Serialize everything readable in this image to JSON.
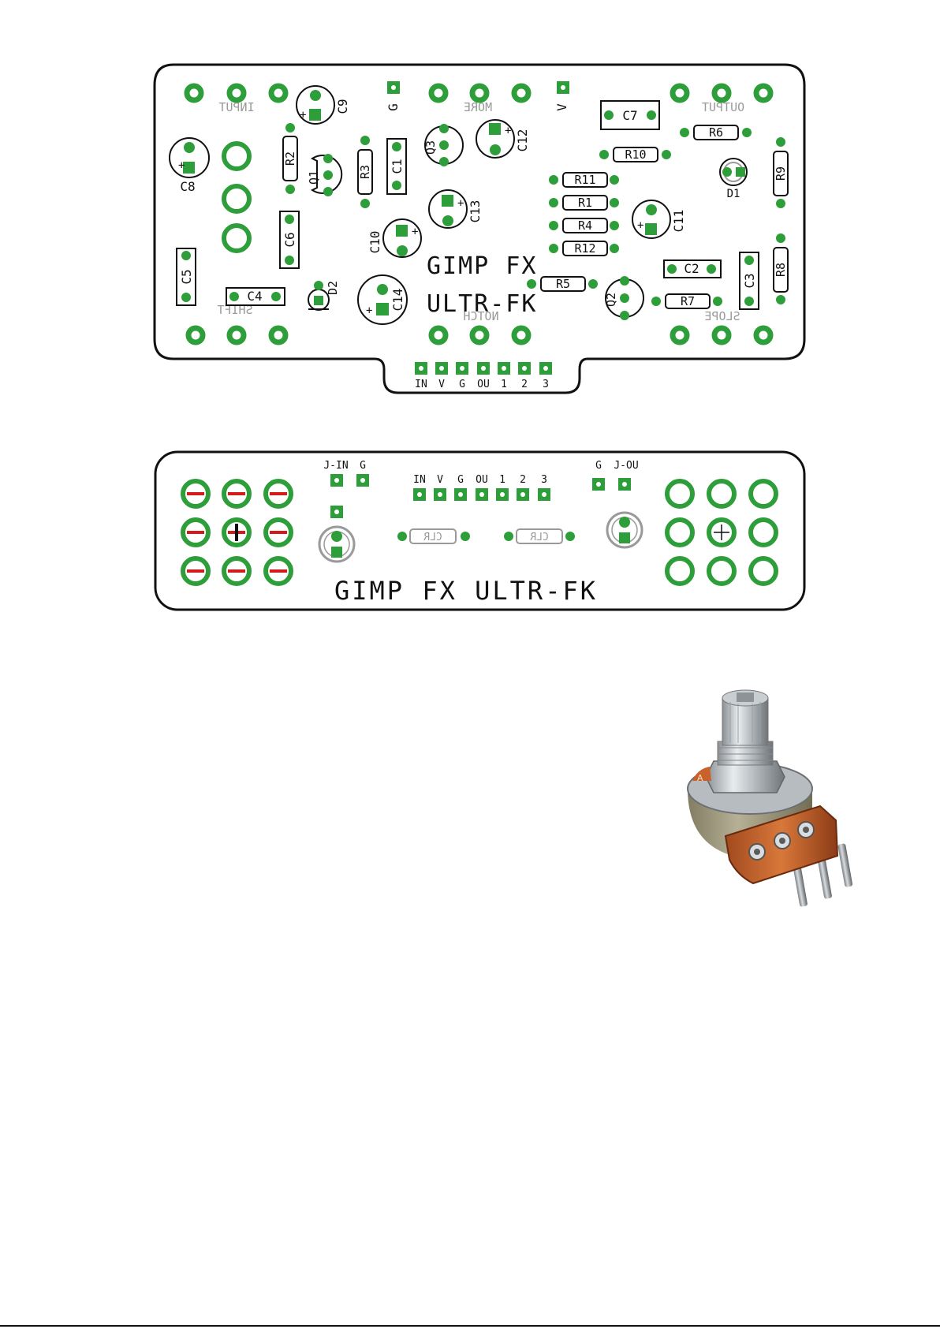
{
  "colors": {
    "outline": "#111111",
    "pad": "#2e9e3a",
    "silk": "#9a9a9a",
    "negative": "#d41a1a"
  },
  "board1": {
    "title_line1": "GIMP FX",
    "title_line2": "ULTR-FK",
    "pots": [
      {
        "id": "input",
        "label": "INPUT"
      },
      {
        "id": "more",
        "label": "MORE"
      },
      {
        "id": "output",
        "label": "OUTPUT"
      },
      {
        "id": "shift",
        "label": "SHIFT"
      },
      {
        "id": "notch",
        "label": "NOTCH"
      },
      {
        "id": "slope",
        "label": "SLOPE"
      }
    ],
    "single_pads": [
      {
        "id": "g",
        "label": "G"
      },
      {
        "id": "v",
        "label": "V"
      }
    ],
    "resistors": [
      "R1",
      "R2",
      "R3",
      "R4",
      "R5",
      "R6",
      "R7",
      "R8",
      "R9",
      "R10",
      "R11",
      "R12"
    ],
    "capacitors": [
      "C1",
      "C2",
      "C3",
      "C4",
      "C5",
      "C6",
      "C7"
    ],
    "electrolytics": [
      "C8",
      "C9",
      "C10",
      "C11",
      "C12",
      "C13",
      "C14"
    ],
    "transistors": [
      "Q1",
      "Q2",
      "Q3"
    ],
    "diodes": [
      "D1",
      "D2"
    ],
    "header_labels": [
      "IN",
      "V",
      "G",
      "OU",
      "1",
      "2",
      "3"
    ]
  },
  "board2": {
    "title": "GIMP FX ULTR-FK",
    "header_labels": [
      "IN",
      "V",
      "G",
      "OU",
      "1",
      "2",
      "3"
    ],
    "left_jack_labels": [
      "J-IN",
      "G"
    ],
    "right_jack_labels": [
      "G",
      "J-OU"
    ],
    "ldr_labels": [
      "CLR",
      "CLR"
    ]
  },
  "photo": {
    "icon": "potentiometer-icon",
    "shaft_marking": "A"
  }
}
